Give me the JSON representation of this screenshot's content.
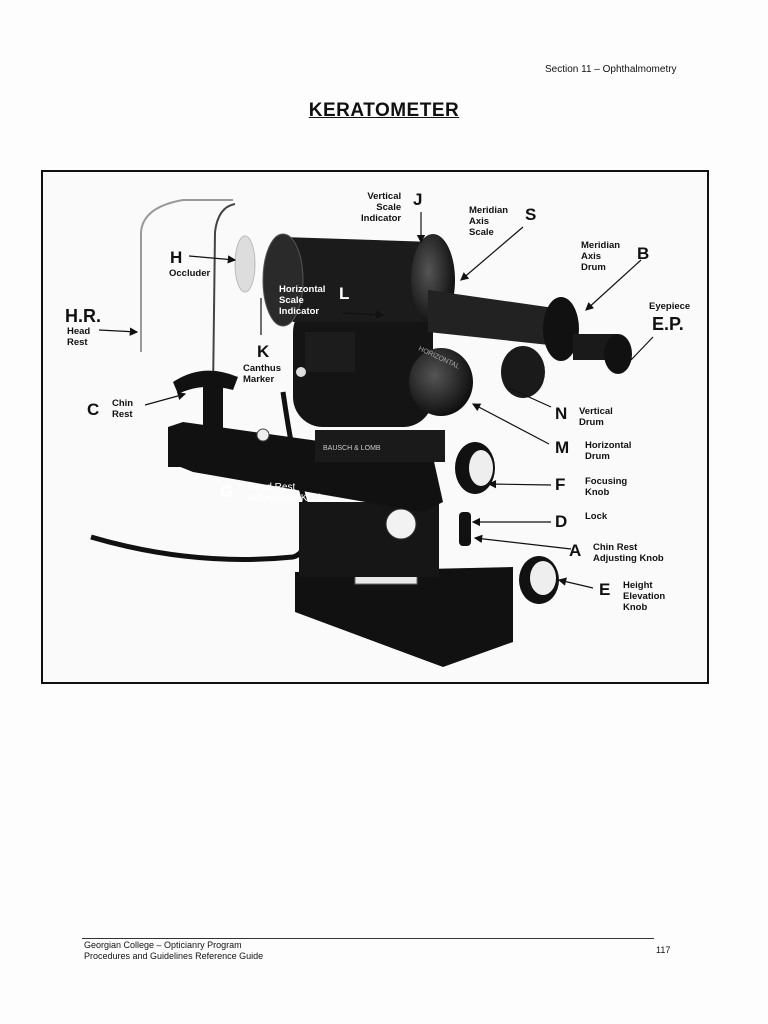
{
  "header": {
    "section": "Section 11 – Ophthalmometry"
  },
  "title": "KERATOMETER",
  "labels": {
    "J": {
      "letter": "J",
      "line1": "Vertical",
      "line2": "Scale",
      "line3": "Indicator"
    },
    "S": {
      "letter": "S",
      "line1": "Meridian",
      "line2": "Axis",
      "line3": "Scale"
    },
    "B": {
      "letter": "B",
      "line1": "Meridian",
      "line2": "Axis",
      "line3": "Drum"
    },
    "EP": {
      "letter": "E.P.",
      "line1": "Eyepiece"
    },
    "H": {
      "letter": "H",
      "line1": "Occluder"
    },
    "HR": {
      "letter": "H.R.",
      "line1": "Head",
      "line2": "Rest"
    },
    "L": {
      "letter": "L",
      "line1": "Horizontal",
      "line2": "Scale",
      "line3": "Indicator"
    },
    "K": {
      "letter": "K",
      "line1": "Canthus",
      "line2": "Marker"
    },
    "C": {
      "letter": "C",
      "line1": "Chin",
      "line2": "Rest"
    },
    "N": {
      "letter": "N",
      "line1": "Vertical",
      "line2": "Drum"
    },
    "M": {
      "letter": "M",
      "line1": "Horizontal",
      "line2": "Drum"
    },
    "F": {
      "letter": "F",
      "line1": "Focusing",
      "line2": "Knob"
    },
    "G": {
      "letter": "G",
      "line1": "Head Rest",
      "line2": "Adjustment Knob"
    },
    "D": {
      "letter": "D",
      "line1": "Lock"
    },
    "A": {
      "letter": "A",
      "line1": "Chin Rest",
      "line2": "Adjusting Knob"
    },
    "E": {
      "letter": "E",
      "line1": "Height",
      "line2": "Elevation",
      "line3": "Knob"
    }
  },
  "footer": {
    "line1": "Georgian College – Opticianry Program",
    "line2": "Procedures and Guidelines Reference Guide",
    "page": "117"
  }
}
